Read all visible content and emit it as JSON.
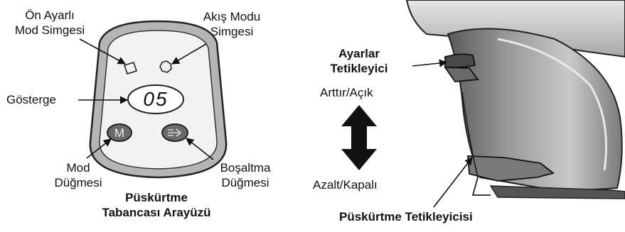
{
  "labels": {
    "preset_mode_icon_line1": "Ön Ayarlı",
    "preset_mode_icon_line2": "Mod Simgesi",
    "flow_mode_icon_line1": "Akış Modu",
    "flow_mode_icon_line2": "Simgesi",
    "display_label": "Gösterge",
    "mode_button_line1": "Mod",
    "mode_button_line2": "Düğmesi",
    "purge_button_line1": "Boşaltma",
    "purge_button_line2": "Düğmesi",
    "interface_title_line1": "Püskürtme",
    "interface_title_line2": "Tabancası Arayüzü",
    "settings_trigger_line1": "Ayarlar",
    "settings_trigger_line2": "Tetikleyici",
    "increase_on": "Arttır/Açık",
    "decrease_off": "Azalt/Kapalı",
    "spray_trigger": "Püskürtme Tetikleyicisi"
  },
  "device": {
    "display_value": "05",
    "mode_button_glyph": "M"
  },
  "icons": [
    "preset-mode-icon",
    "flow-mode-icon",
    "purge-icon",
    "double-arrow-icon"
  ],
  "colors": {
    "outline": "#222222",
    "panel_outer": "#b5b5b5",
    "panel_inner": "#f2f2f2",
    "button_fill": "#6a6a6a",
    "gun_body": "#8c8c8c"
  }
}
